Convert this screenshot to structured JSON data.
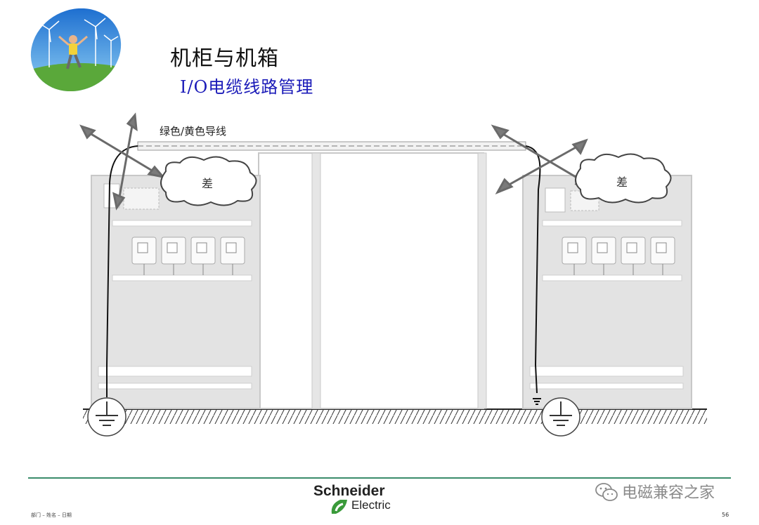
{
  "slide": {
    "title": "机柜与机箱",
    "subtitle": "I/O电缆线路管理",
    "wire_label": "绿色/黄色导线",
    "bad_label_left": "差",
    "bad_label_right": "差",
    "footer_left": "部门 – 姓名 – 日期",
    "page_number": "56",
    "brand_name": "Schneider",
    "brand_sub": "Electric",
    "watermark": "电磁兼容之家"
  },
  "colors": {
    "cabinet_fill": "#e3e3e3",
    "cabinet_stroke": "#c8c8c8",
    "title_blue": "#1a1ab8",
    "footer_green": "#3b8c6b",
    "logo_green": "#3a9a3a"
  },
  "icons": [
    "windmill-photo",
    "cross-mark-icon",
    "cloud-icon",
    "ground-symbol-icon",
    "wechat-icon",
    "schneider-logo-icon"
  ]
}
